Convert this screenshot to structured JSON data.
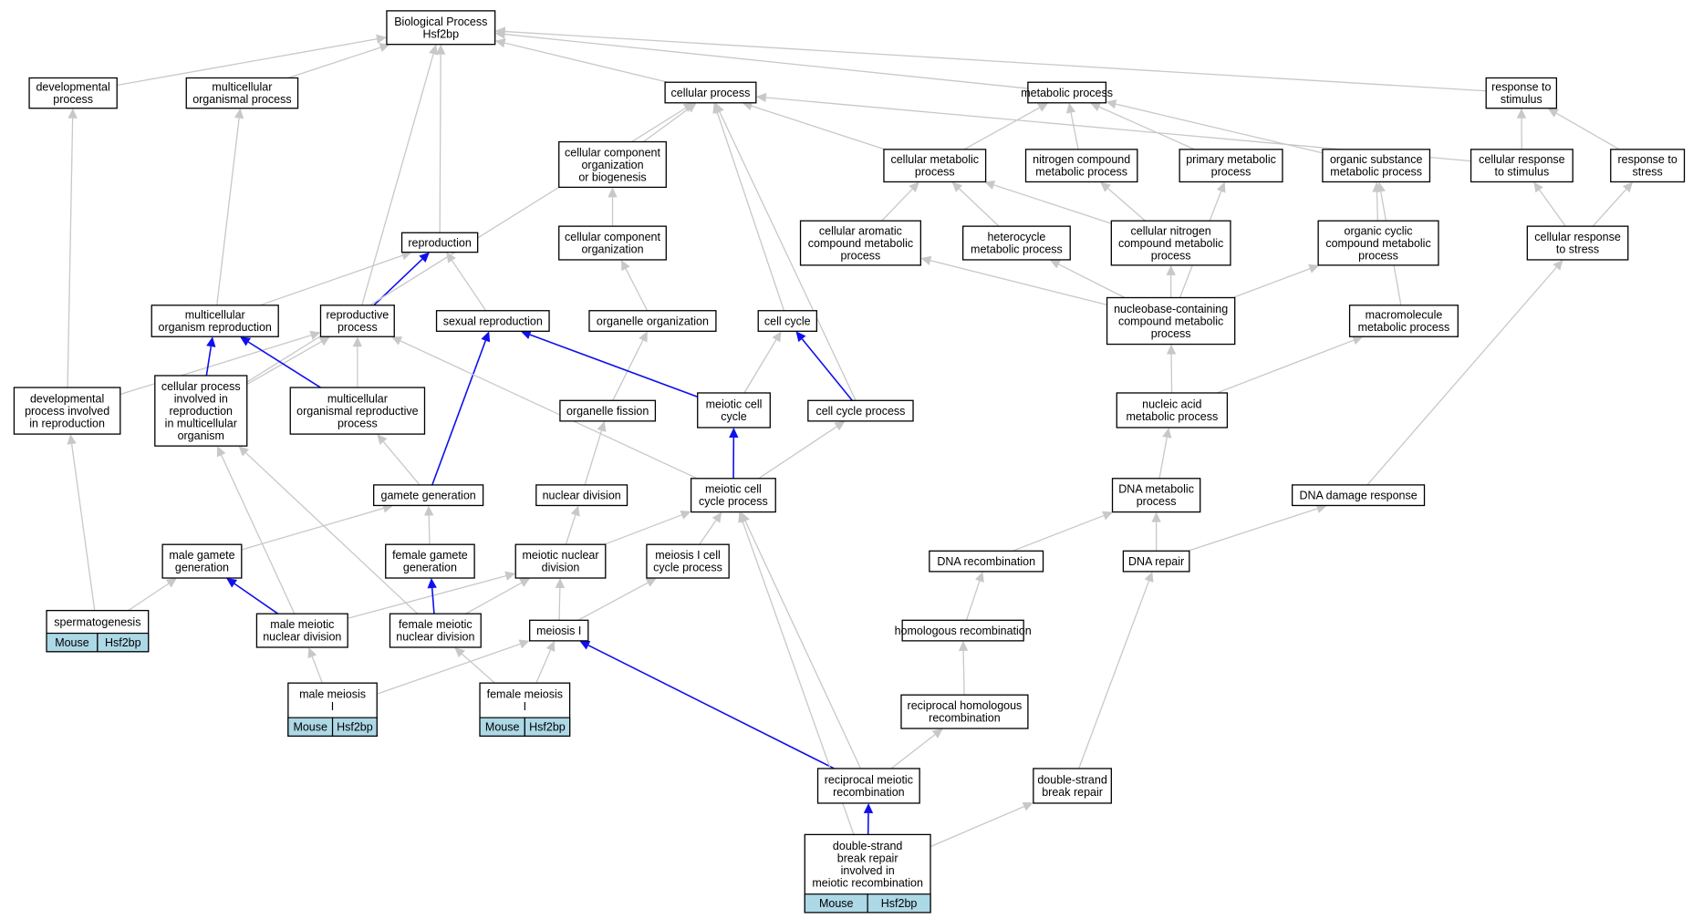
{
  "colors": {
    "gray_edge": "#c8c8c8",
    "blue_edge": "#1010ee",
    "annotation_cell": "#add8e6",
    "border": "#000000"
  },
  "nodes": {
    "bp": {
      "lines": [
        "Biological Process",
        "Hsf2bp"
      ]
    },
    "developmental_process": {
      "lines": [
        "developmental",
        "process"
      ]
    },
    "multicellular_organismal_process": {
      "lines": [
        "multicellular",
        "organismal process"
      ]
    },
    "cellular_process": {
      "lines": [
        "cellular process"
      ]
    },
    "metabolic_process": {
      "lines": [
        "metabolic process"
      ]
    },
    "response_to_stimulus": {
      "lines": [
        "response to",
        "stimulus"
      ]
    },
    "ccob": {
      "lines": [
        "cellular component",
        "organization",
        "or biogenesis"
      ]
    },
    "cellular_metabolic_process": {
      "lines": [
        "cellular metabolic",
        "process"
      ]
    },
    "nitrogen_compound_metabolic_process": {
      "lines": [
        "nitrogen compound",
        "metabolic process"
      ]
    },
    "primary_metabolic_process": {
      "lines": [
        "primary metabolic",
        "process"
      ]
    },
    "organic_substance_metabolic_process": {
      "lines": [
        "organic substance",
        "metabolic process"
      ]
    },
    "cellular_response_to_stimulus": {
      "lines": [
        "cellular response",
        "to stimulus"
      ]
    },
    "response_to_stress": {
      "lines": [
        "response to",
        "stress"
      ]
    },
    "reproduction": {
      "lines": [
        "reproduction"
      ]
    },
    "cellular_component_organization": {
      "lines": [
        "cellular component",
        "organization"
      ]
    },
    "cellular_aromatic_compound_metabolic_process": {
      "lines": [
        "cellular aromatic",
        "compound metabolic",
        "process"
      ]
    },
    "heterocycle_metabolic_process": {
      "lines": [
        "heterocycle",
        "metabolic process"
      ]
    },
    "cellular_nitrogen_compound_metabolic_process": {
      "lines": [
        "cellular nitrogen",
        "compound metabolic",
        "process"
      ]
    },
    "organic_cyclic_compound_metabolic_process": {
      "lines": [
        "organic cyclic",
        "compound metabolic",
        "process"
      ]
    },
    "cellular_response_to_stress": {
      "lines": [
        "cellular response",
        "to stress"
      ]
    },
    "multicellular_organism_reproduction": {
      "lines": [
        "multicellular",
        "organism reproduction"
      ]
    },
    "reproductive_process": {
      "lines": [
        "reproductive",
        "process"
      ]
    },
    "sexual_reproduction": {
      "lines": [
        "sexual reproduction"
      ]
    },
    "organelle_organization": {
      "lines": [
        "organelle organization"
      ]
    },
    "cell_cycle": {
      "lines": [
        "cell cycle"
      ]
    },
    "nucleobase_containing_compound_metabolic_process": {
      "lines": [
        "nucleobase-containing",
        "compound metabolic",
        "process"
      ]
    },
    "macromolecule_metabolic_process": {
      "lines": [
        "macromolecule",
        "metabolic process"
      ]
    },
    "developmental_process_involved_in_reproduction": {
      "lines": [
        "developmental",
        "process involved",
        "in reproduction"
      ]
    },
    "cellular_process_involved_in_reproduction": {
      "lines": [
        "cellular process",
        "involved in",
        "reproduction",
        "in multicellular",
        "organism"
      ]
    },
    "multicellular_organismal_reproductive_process": {
      "lines": [
        "multicellular",
        "organismal reproductive",
        "process"
      ]
    },
    "organelle_fission": {
      "lines": [
        "organelle fission"
      ]
    },
    "meiotic_cell_cycle": {
      "lines": [
        "meiotic cell",
        "cycle"
      ]
    },
    "cell_cycle_process": {
      "lines": [
        "cell cycle process"
      ]
    },
    "nucleic_acid_metabolic_process": {
      "lines": [
        "nucleic acid",
        "metabolic process"
      ]
    },
    "gamete_generation": {
      "lines": [
        "gamete generation"
      ]
    },
    "nuclear_division": {
      "lines": [
        "nuclear division"
      ]
    },
    "meiotic_cell_cycle_process": {
      "lines": [
        "meiotic cell",
        "cycle process"
      ]
    },
    "dna_metabolic_process": {
      "lines": [
        "DNA metabolic",
        "process"
      ]
    },
    "dna_damage_response": {
      "lines": [
        "DNA damage response"
      ]
    },
    "male_gamete_generation": {
      "lines": [
        "male gamete",
        "generation"
      ]
    },
    "female_gamete_generation": {
      "lines": [
        "female gamete",
        "generation"
      ]
    },
    "meiotic_nuclear_division": {
      "lines": [
        "meiotic nuclear",
        "division"
      ]
    },
    "meiosis_i_cell_cycle_process": {
      "lines": [
        "meiosis I cell",
        "cycle process"
      ]
    },
    "dna_recombination": {
      "lines": [
        "DNA recombination"
      ]
    },
    "dna_repair": {
      "lines": [
        "DNA repair"
      ]
    },
    "spermatogenesis": {
      "lines": [
        "spermatogenesis"
      ],
      "tags": [
        "Mouse",
        "Hsf2bp"
      ]
    },
    "male_meiotic_nuclear_division": {
      "lines": [
        "male meiotic",
        "nuclear division"
      ]
    },
    "female_meiotic_nuclear_division": {
      "lines": [
        "female meiotic",
        "nuclear division"
      ]
    },
    "meiosis_i": {
      "lines": [
        "meiosis I"
      ]
    },
    "homologous_recombination": {
      "lines": [
        "homologous recombination"
      ]
    },
    "male_meiosis_i": {
      "lines": [
        "male meiosis",
        "I"
      ],
      "tags": [
        "Mouse",
        "Hsf2bp"
      ]
    },
    "female_meiosis_i": {
      "lines": [
        "female meiosis",
        "I"
      ],
      "tags": [
        "Mouse",
        "Hsf2bp"
      ]
    },
    "reciprocal_homologous_recombination": {
      "lines": [
        "reciprocal homologous",
        "recombination"
      ]
    },
    "reciprocal_meiotic_recombination": {
      "lines": [
        "reciprocal meiotic",
        "recombination"
      ]
    },
    "double_strand_break_repair": {
      "lines": [
        "double-strand",
        "break repair"
      ]
    },
    "dsbr_involved_in_meiotic_recombination": {
      "lines": [
        "double-strand",
        "break repair",
        "involved in",
        "meiotic recombination"
      ],
      "tags": [
        "Mouse",
        "Hsf2bp"
      ]
    }
  },
  "edges": [
    {
      "from": "developmental_process",
      "to": "bp",
      "color": "gray"
    },
    {
      "from": "multicellular_organismal_process",
      "to": "bp",
      "color": "gray"
    },
    {
      "from": "cellular_process",
      "to": "bp",
      "color": "gray"
    },
    {
      "from": "metabolic_process",
      "to": "bp",
      "color": "gray"
    },
    {
      "from": "response_to_stimulus",
      "to": "bp",
      "color": "gray"
    },
    {
      "from": "reproduction",
      "to": "bp",
      "color": "gray"
    },
    {
      "from": "reproductive_process",
      "to": "bp",
      "color": "gray"
    },
    {
      "from": "ccob",
      "to": "cellular_process",
      "color": "gray"
    },
    {
      "from": "cellular_metabolic_process",
      "to": "cellular_process",
      "color": "gray"
    },
    {
      "from": "cellular_metabolic_process",
      "to": "metabolic_process",
      "color": "gray"
    },
    {
      "from": "nitrogen_compound_metabolic_process",
      "to": "metabolic_process",
      "color": "gray"
    },
    {
      "from": "primary_metabolic_process",
      "to": "metabolic_process",
      "color": "gray"
    },
    {
      "from": "organic_substance_metabolic_process",
      "to": "metabolic_process",
      "color": "gray"
    },
    {
      "from": "cellular_response_to_stimulus",
      "to": "cellular_process",
      "color": "gray"
    },
    {
      "from": "cellular_response_to_stimulus",
      "to": "response_to_stimulus",
      "color": "gray"
    },
    {
      "from": "response_to_stress",
      "to": "response_to_stimulus",
      "color": "gray"
    },
    {
      "from": "cellular_component_organization",
      "to": "ccob",
      "color": "gray"
    },
    {
      "from": "cellular_aromatic_compound_metabolic_process",
      "to": "cellular_metabolic_process",
      "color": "gray"
    },
    {
      "from": "heterocycle_metabolic_process",
      "to": "cellular_metabolic_process",
      "color": "gray"
    },
    {
      "from": "cellular_nitrogen_compound_metabolic_process",
      "to": "cellular_metabolic_process",
      "color": "gray"
    },
    {
      "from": "cellular_nitrogen_compound_metabolic_process",
      "to": "nitrogen_compound_metabolic_process",
      "color": "gray"
    },
    {
      "from": "organic_cyclic_compound_metabolic_process",
      "to": "organic_substance_metabolic_process",
      "color": "gray"
    },
    {
      "from": "cellular_response_to_stress",
      "to": "cellular_response_to_stimulus",
      "color": "gray"
    },
    {
      "from": "cellular_response_to_stress",
      "to": "response_to_stress",
      "color": "gray"
    },
    {
      "from": "multicellular_organism_reproduction",
      "to": "reproduction",
      "color": "gray"
    },
    {
      "from": "multicellular_organism_reproduction",
      "to": "multicellular_organismal_process",
      "color": "gray"
    },
    {
      "from": "reproductive_process",
      "to": "reproduction",
      "color": "blue"
    },
    {
      "from": "sexual_reproduction",
      "to": "reproduction",
      "color": "gray"
    },
    {
      "from": "organelle_organization",
      "to": "cellular_component_organization",
      "color": "gray"
    },
    {
      "from": "cell_cycle",
      "to": "cellular_process",
      "color": "gray"
    },
    {
      "from": "nucleobase_containing_compound_metabolic_process",
      "to": "cellular_aromatic_compound_metabolic_process",
      "color": "gray"
    },
    {
      "from": "nucleobase_containing_compound_metabolic_process",
      "to": "heterocycle_metabolic_process",
      "color": "gray"
    },
    {
      "from": "nucleobase_containing_compound_metabolic_process",
      "to": "cellular_nitrogen_compound_metabolic_process",
      "color": "gray"
    },
    {
      "from": "nucleobase_containing_compound_metabolic_process",
      "to": "organic_cyclic_compound_metabolic_process",
      "color": "gray"
    },
    {
      "from": "nucleobase_containing_compound_metabolic_process",
      "to": "primary_metabolic_process",
      "color": "gray"
    },
    {
      "from": "macromolecule_metabolic_process",
      "to": "organic_substance_metabolic_process",
      "color": "gray"
    },
    {
      "from": "developmental_process_involved_in_reproduction",
      "to": "developmental_process",
      "color": "gray"
    },
    {
      "from": "developmental_process_involved_in_reproduction",
      "to": "reproductive_process",
      "color": "gray"
    },
    {
      "from": "cellular_process_involved_in_reproduction",
      "to": "multicellular_organism_reproduction",
      "color": "blue"
    },
    {
      "from": "cellular_process_involved_in_reproduction",
      "to": "reproductive_process",
      "color": "gray"
    },
    {
      "from": "cellular_process_involved_in_reproduction",
      "to": "cellular_process",
      "color": "gray"
    },
    {
      "from": "multicellular_organismal_reproductive_process",
      "to": "multicellular_organism_reproduction",
      "color": "blue"
    },
    {
      "from": "multicellular_organismal_reproductive_process",
      "to": "reproductive_process",
      "color": "gray"
    },
    {
      "from": "organelle_fission",
      "to": "organelle_organization",
      "color": "gray"
    },
    {
      "from": "meiotic_cell_cycle",
      "to": "sexual_reproduction",
      "color": "blue"
    },
    {
      "from": "meiotic_cell_cycle",
      "to": "cell_cycle",
      "color": "gray"
    },
    {
      "from": "cell_cycle_process",
      "to": "cell_cycle",
      "color": "blue"
    },
    {
      "from": "cell_cycle_process",
      "to": "cellular_process",
      "color": "gray"
    },
    {
      "from": "nucleic_acid_metabolic_process",
      "to": "nucleobase_containing_compound_metabolic_process",
      "color": "gray"
    },
    {
      "from": "nucleic_acid_metabolic_process",
      "to": "macromolecule_metabolic_process",
      "color": "gray"
    },
    {
      "from": "gamete_generation",
      "to": "sexual_reproduction",
      "color": "blue"
    },
    {
      "from": "gamete_generation",
      "to": "multicellular_organismal_reproductive_process",
      "color": "gray"
    },
    {
      "from": "nuclear_division",
      "to": "organelle_fission",
      "color": "gray"
    },
    {
      "from": "meiotic_cell_cycle_process",
      "to": "meiotic_cell_cycle",
      "color": "blue"
    },
    {
      "from": "meiotic_cell_cycle_process",
      "to": "cell_cycle_process",
      "color": "gray"
    },
    {
      "from": "meiotic_cell_cycle_process",
      "to": "reproductive_process",
      "color": "gray"
    },
    {
      "from": "dna_metabolic_process",
      "to": "nucleic_acid_metabolic_process",
      "color": "gray"
    },
    {
      "from": "dna_damage_response",
      "to": "cellular_response_to_stress",
      "color": "gray"
    },
    {
      "from": "male_gamete_generation",
      "to": "gamete_generation",
      "color": "gray"
    },
    {
      "from": "female_gamete_generation",
      "to": "gamete_generation",
      "color": "gray"
    },
    {
      "from": "meiotic_nuclear_division",
      "to": "nuclear_division",
      "color": "gray"
    },
    {
      "from": "meiotic_nuclear_division",
      "to": "meiotic_cell_cycle_process",
      "color": "gray"
    },
    {
      "from": "meiosis_i_cell_cycle_process",
      "to": "meiotic_cell_cycle_process",
      "color": "gray"
    },
    {
      "from": "dna_recombination",
      "to": "dna_metabolic_process",
      "color": "gray"
    },
    {
      "from": "dna_repair",
      "to": "dna_metabolic_process",
      "color": "gray"
    },
    {
      "from": "dna_repair",
      "to": "dna_damage_response",
      "color": "gray"
    },
    {
      "from": "spermatogenesis",
      "to": "developmental_process_involved_in_reproduction",
      "color": "gray"
    },
    {
      "from": "spermatogenesis",
      "to": "male_gamete_generation",
      "color": "gray"
    },
    {
      "from": "male_meiotic_nuclear_division",
      "to": "male_gamete_generation",
      "color": "blue"
    },
    {
      "from": "male_meiotic_nuclear_division",
      "to": "meiotic_nuclear_division",
      "color": "gray"
    },
    {
      "from": "male_meiotic_nuclear_division",
      "to": "cellular_process_involved_in_reproduction",
      "color": "gray"
    },
    {
      "from": "female_meiotic_nuclear_division",
      "to": "female_gamete_generation",
      "color": "blue"
    },
    {
      "from": "female_meiotic_nuclear_division",
      "to": "meiotic_nuclear_division",
      "color": "gray"
    },
    {
      "from": "female_meiotic_nuclear_division",
      "to": "cellular_process_involved_in_reproduction",
      "color": "gray"
    },
    {
      "from": "meiosis_i",
      "to": "meiotic_nuclear_division",
      "color": "gray"
    },
    {
      "from": "meiosis_i",
      "to": "meiosis_i_cell_cycle_process",
      "color": "gray"
    },
    {
      "from": "homologous_recombination",
      "to": "dna_recombination",
      "color": "gray"
    },
    {
      "from": "male_meiosis_i",
      "to": "male_meiotic_nuclear_division",
      "color": "gray"
    },
    {
      "from": "male_meiosis_i",
      "to": "meiosis_i",
      "color": "gray"
    },
    {
      "from": "female_meiosis_i",
      "to": "female_meiotic_nuclear_division",
      "color": "gray"
    },
    {
      "from": "female_meiosis_i",
      "to": "meiosis_i",
      "color": "gray"
    },
    {
      "from": "reciprocal_homologous_recombination",
      "to": "homologous_recombination",
      "color": "gray"
    },
    {
      "from": "reciprocal_meiotic_recombination",
      "to": "meiosis_i",
      "color": "blue"
    },
    {
      "from": "reciprocal_meiotic_recombination",
      "to": "reciprocal_homologous_recombination",
      "color": "gray"
    },
    {
      "from": "reciprocal_meiotic_recombination",
      "to": "meiotic_cell_cycle_process",
      "color": "gray"
    },
    {
      "from": "double_strand_break_repair",
      "to": "dna_repair",
      "color": "gray"
    },
    {
      "from": "dsbr_involved_in_meiotic_recombination",
      "to": "reciprocal_meiotic_recombination",
      "color": "blue"
    },
    {
      "from": "dsbr_involved_in_meiotic_recombination",
      "to": "double_strand_break_repair",
      "color": "gray"
    },
    {
      "from": "dsbr_involved_in_meiotic_recombination",
      "to": "meiotic_cell_cycle_process",
      "color": "gray"
    }
  ]
}
